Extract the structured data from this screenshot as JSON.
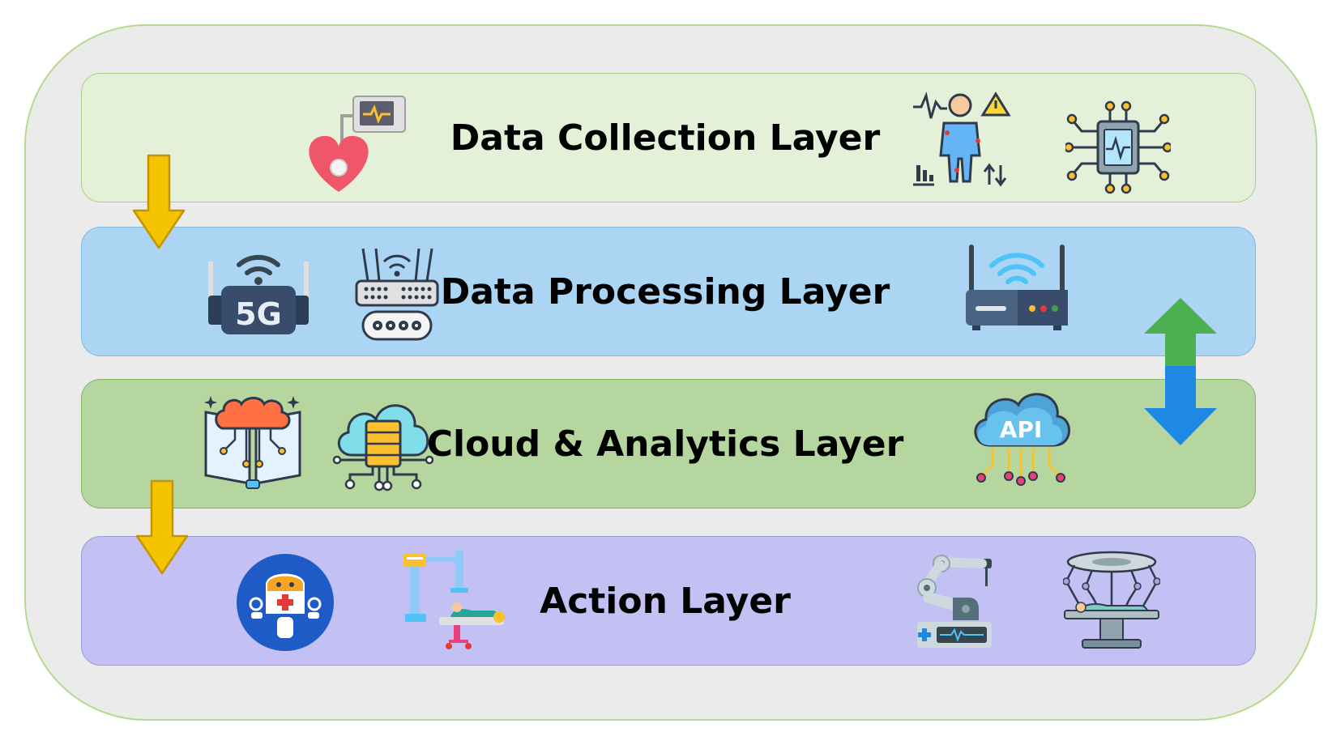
{
  "layers": [
    {
      "id": "data-collection",
      "title": "Data Collection Layer",
      "color": "#e4f0d8"
    },
    {
      "id": "data-processing",
      "title": "Data Processing Layer",
      "color": "#abd5f3"
    },
    {
      "id": "cloud-analytics",
      "title": "Cloud & Analytics Layer",
      "color": "#b5d79f"
    },
    {
      "id": "action",
      "title": "Action Layer",
      "color": "#c3c0f3"
    }
  ],
  "icons": {
    "data_collection": [
      "heart-monitor-icon",
      "wearable-body-sensors-icon",
      "medical-chip-icon"
    ],
    "data_processing": [
      "5g-router-icon",
      "network-router-conveyor-icon",
      "wifi-router-icon"
    ],
    "cloud_analytics": [
      "ai-brain-book-icon",
      "cloud-server-icon"
    ],
    "action": [
      "medical-robot-icon",
      "robotic-arm-bed-icon",
      "robot-arm-heartbeat-icon",
      "surgical-robot-icon"
    ]
  },
  "api_label": "API",
  "fiveg_label": "5G",
  "colors": {
    "flow_arrow": "#f5c400",
    "up_arrow": "#4caf50",
    "down_arrow": "#1e88e5"
  }
}
